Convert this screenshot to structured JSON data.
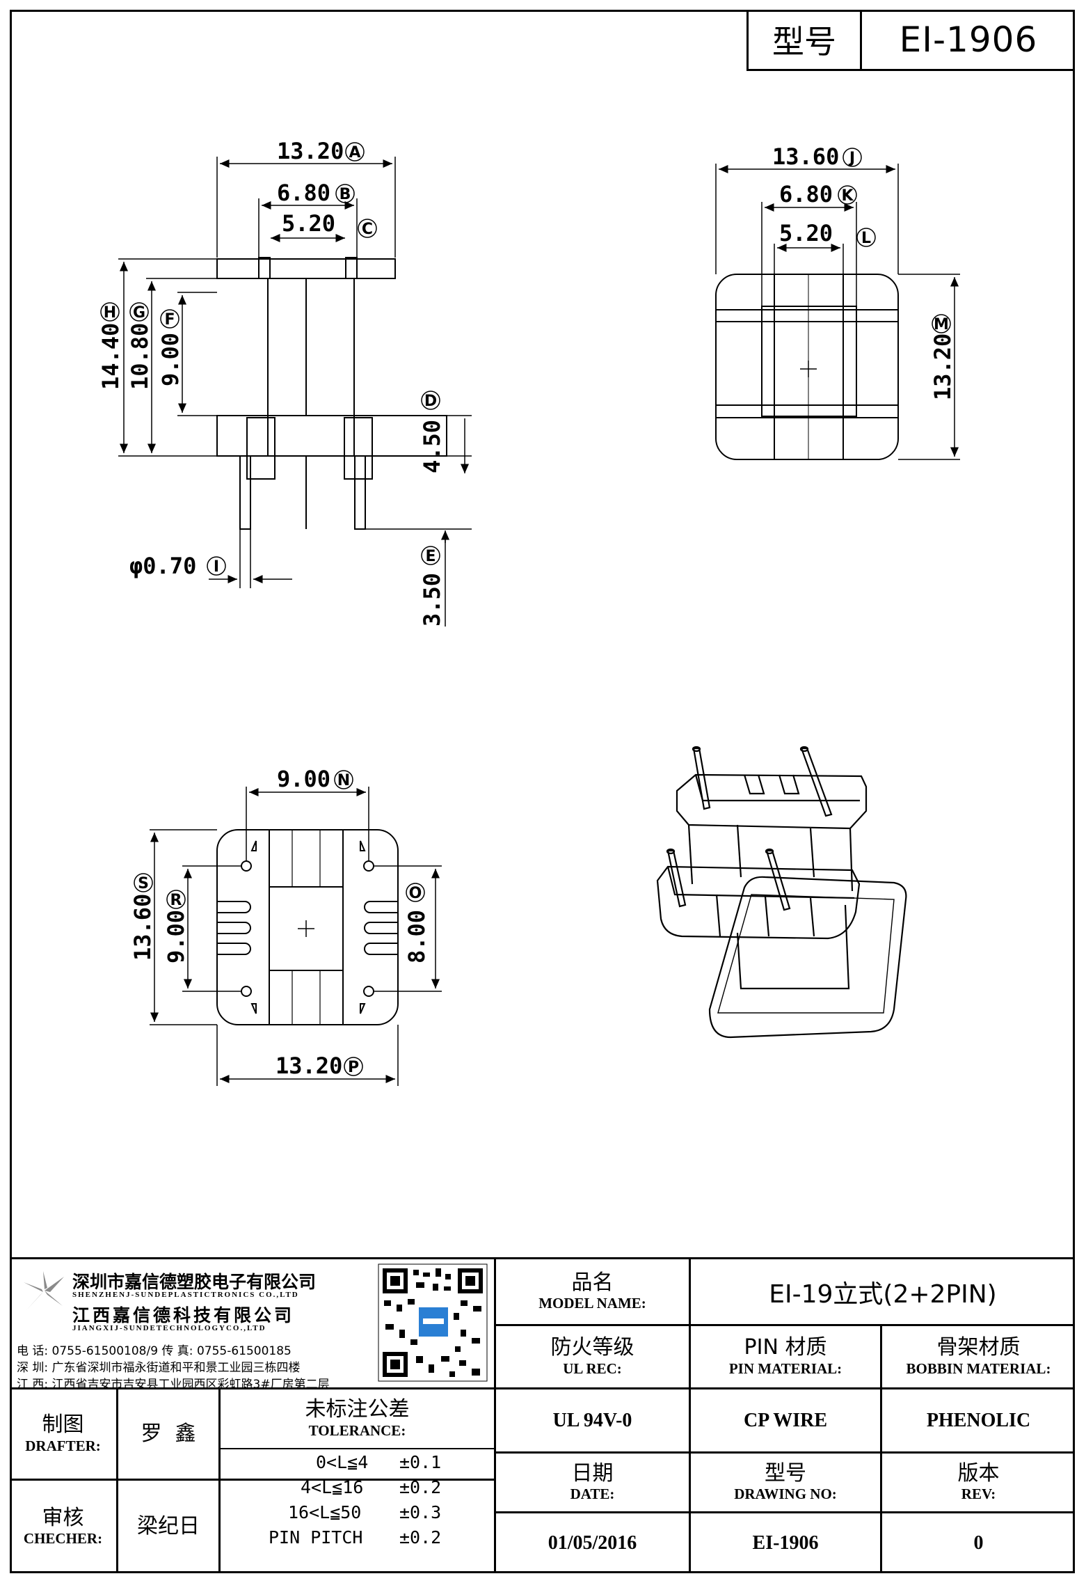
{
  "header": {
    "label": "型号",
    "value": "EI-1906"
  },
  "front_view": {
    "dims": {
      "a": "13.20",
      "b": "6.80",
      "c": "5.20",
      "h": "14.40",
      "g": "10.80",
      "f": "9.00",
      "d": "4.50",
      "e": "3.50",
      "i": "φ0.70"
    },
    "letters": {
      "a": "A",
      "b": "B",
      "c": "C",
      "h": "H",
      "g": "G",
      "f": "F",
      "d": "D",
      "e": "E",
      "i": "I"
    }
  },
  "top_view": {
    "dims": {
      "j": "13.60",
      "k": "6.80",
      "l": "5.20",
      "m": "13.20"
    },
    "letters": {
      "j": "J",
      "k": "K",
      "l": "L",
      "m": "M"
    }
  },
  "bottom_view": {
    "dims": {
      "n": "9.00",
      "s": "13.60",
      "r": "9.00",
      "o": "8.00",
      "p": "13.20"
    },
    "letters": {
      "n": "N",
      "s": "S",
      "r": "R",
      "o": "O",
      "p": "P"
    }
  },
  "company": {
    "cn1": "深圳市嘉信德塑胶电子有限公司",
    "en1": "SHENZHENJ-SUNDEPLASTICTRONICS CO.,LTD",
    "cn2": "江西嘉信德科技有限公司",
    "en2": "JIANGXIJ-SUNDETECHNOLOGYCO.,LTD",
    "tel": "电 话: 0755-61500108/9        传 真: 0755-61500185",
    "sz": "深 圳: 广东省深圳市福永街道和平和景工业园三栋四楼",
    "jx": "江 西: 江西省吉安市吉安县工业园西区彩虹路3#厂房第二层"
  },
  "title_block": {
    "model_name": {
      "cn": "品名",
      "en": "MODEL NAME:",
      "value": "EI-19立式(2+2PIN)"
    },
    "ul_rec": {
      "cn": "防火等级",
      "en": "UL REC:",
      "value": "UL 94V-0"
    },
    "pin_material": {
      "cn": "PIN 材质",
      "en": "PIN MATERIAL:",
      "value": "CP WIRE"
    },
    "bobbin_material": {
      "cn": "骨架材质",
      "en": "BOBBIN MATERIAL:",
      "value": "PHENOLIC"
    },
    "date": {
      "cn": "日期",
      "en": "DATE:",
      "value": "01/05/2016"
    },
    "drawing_no": {
      "cn": "型号",
      "en": "DRAWING NO:",
      "value": "EI-1906"
    },
    "rev": {
      "cn": "版本",
      "en": "REV:",
      "value": "0"
    },
    "drafter": {
      "cn": "制图",
      "en": "DRAFTER:",
      "value": "罗  鑫"
    },
    "checker": {
      "cn": "审核",
      "en": "CHECHER:",
      "value": "梁纪日"
    },
    "tolerance": {
      "cn": "未标注公差",
      "en": "TOLERANCE:",
      "rows": [
        {
          "range": "0<L≦4",
          "tol": "±0.1"
        },
        {
          "range": "4<L≦16",
          "tol": "±0.2"
        },
        {
          "range": "16<L≦50",
          "tol": "±0.3"
        },
        {
          "range": "PIN PITCH",
          "tol": "±0.2"
        }
      ]
    }
  }
}
